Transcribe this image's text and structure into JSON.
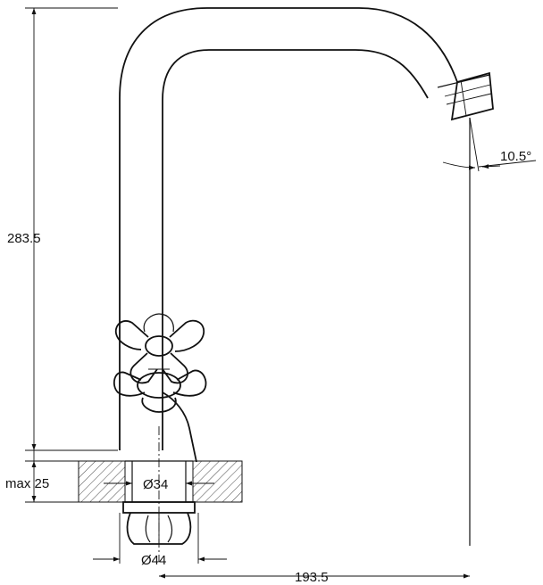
{
  "diagram": {
    "type": "technical-drawing",
    "subject": "kitchen faucet dimension drawing",
    "dimensions": {
      "height": "283.5",
      "counter_thickness": "max 25",
      "shank_diameter": "Ø34",
      "base_diameter": "Ø44",
      "reach": "193.5",
      "spout_angle": "10.5°"
    }
  }
}
